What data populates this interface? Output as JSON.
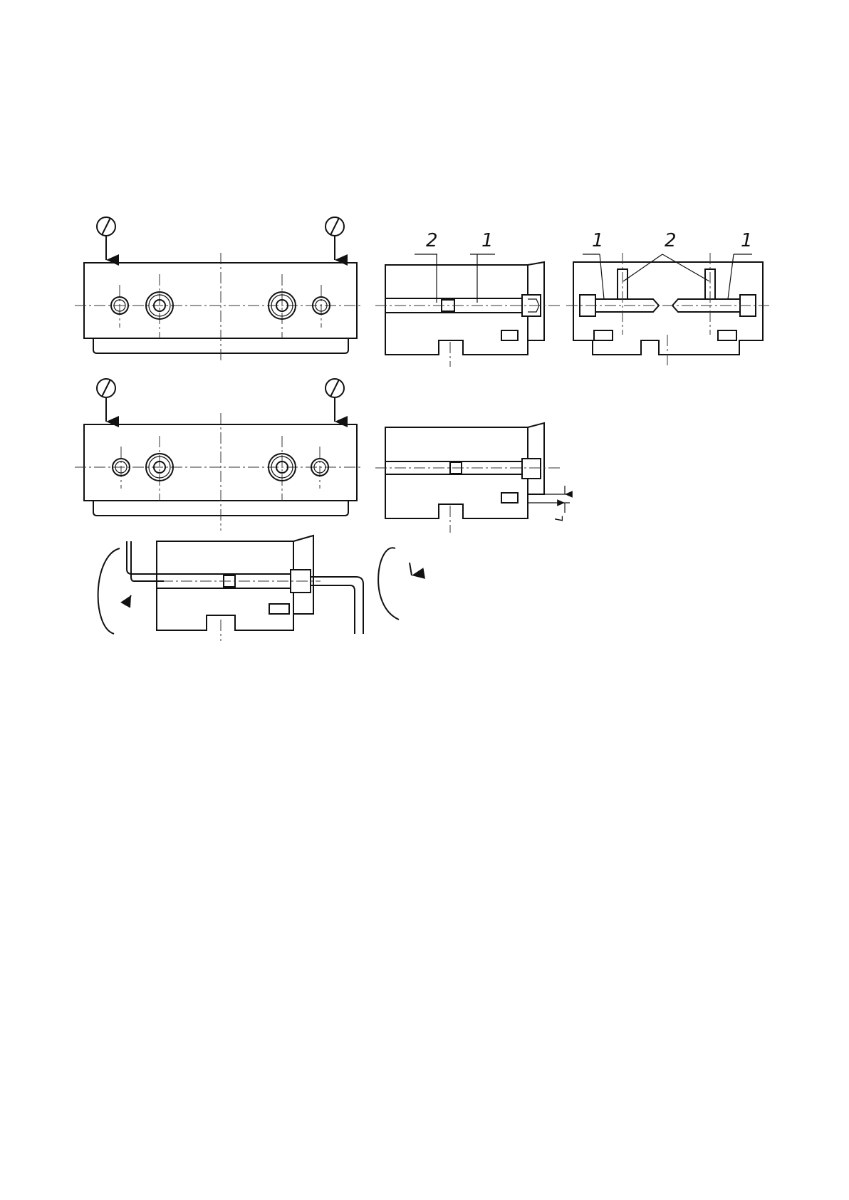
{
  "labels": {
    "one": "1",
    "two": "2",
    "dim_l": "L"
  },
  "colors": {
    "line": "#111111",
    "background": "#ffffff"
  },
  "icons": {
    "gauge": "dial-indicator-icon",
    "rotate": "rotation-arrow-icon"
  }
}
